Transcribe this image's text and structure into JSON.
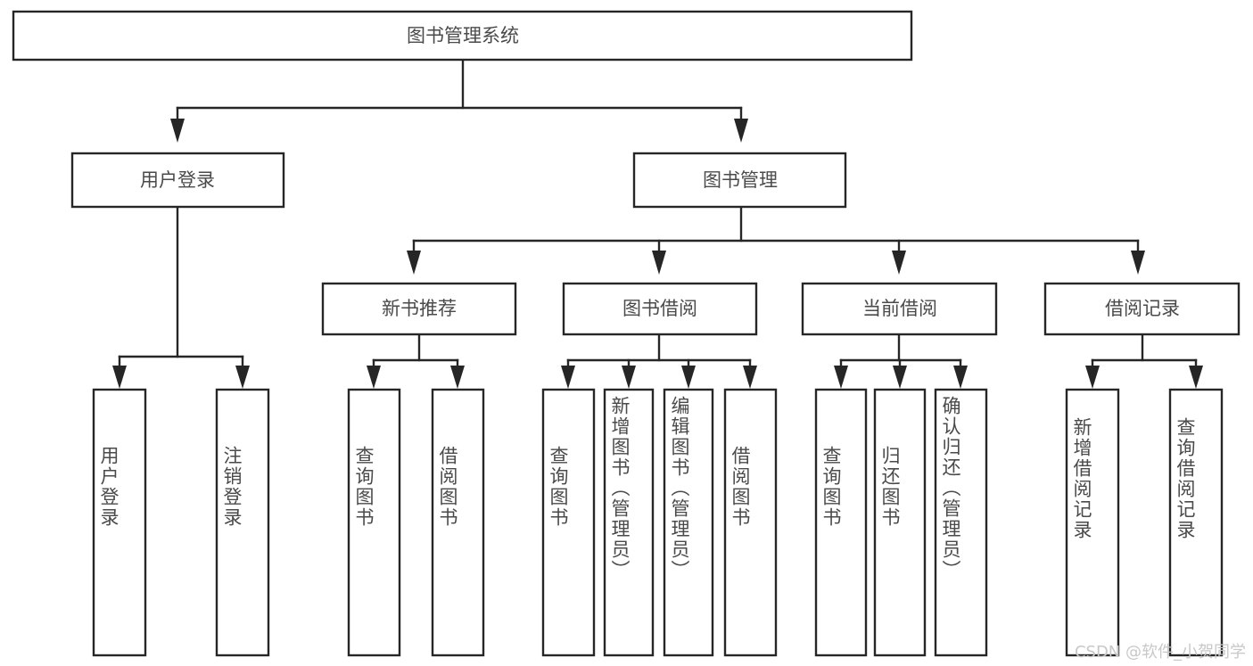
{
  "diagram": {
    "type": "tree-hierarchy",
    "orientation": "top-down",
    "title_node": {
      "label": "图书管理系统"
    },
    "level2": [
      {
        "label": "用户登录"
      },
      {
        "label": "图书管理"
      }
    ],
    "level3": [
      {
        "label": "新书推荐"
      },
      {
        "label": "图书借阅"
      },
      {
        "label": "当前借阅"
      },
      {
        "label": "借阅记录"
      }
    ],
    "leaves": {
      "user_login": [
        {
          "label": "用户登录"
        },
        {
          "label": "注销登录"
        }
      ],
      "new_book_recommend": [
        {
          "label": "查询图书"
        },
        {
          "label": "借阅图书"
        }
      ],
      "book_borrow": [
        {
          "label": "查询图书"
        },
        {
          "label": "新增图书（管理员）"
        },
        {
          "label": "编辑图书（管理员）"
        },
        {
          "label": "借阅图书"
        }
      ],
      "current_borrow": [
        {
          "label": "查询图书"
        },
        {
          "label": "归还图书"
        },
        {
          "label": "确认归还（管理员）"
        }
      ],
      "borrow_record": [
        {
          "label": "新增借阅记录"
        },
        {
          "label": "查询借阅记录"
        }
      ]
    }
  },
  "watermark": {
    "text": "CSDN @软件_小贺同学"
  },
  "colors": {
    "stroke": "#262626",
    "box_fill": "#ffffff",
    "text": "#4a4a4a",
    "watermark": "#c8c8c8",
    "background": "#ffffff"
  }
}
